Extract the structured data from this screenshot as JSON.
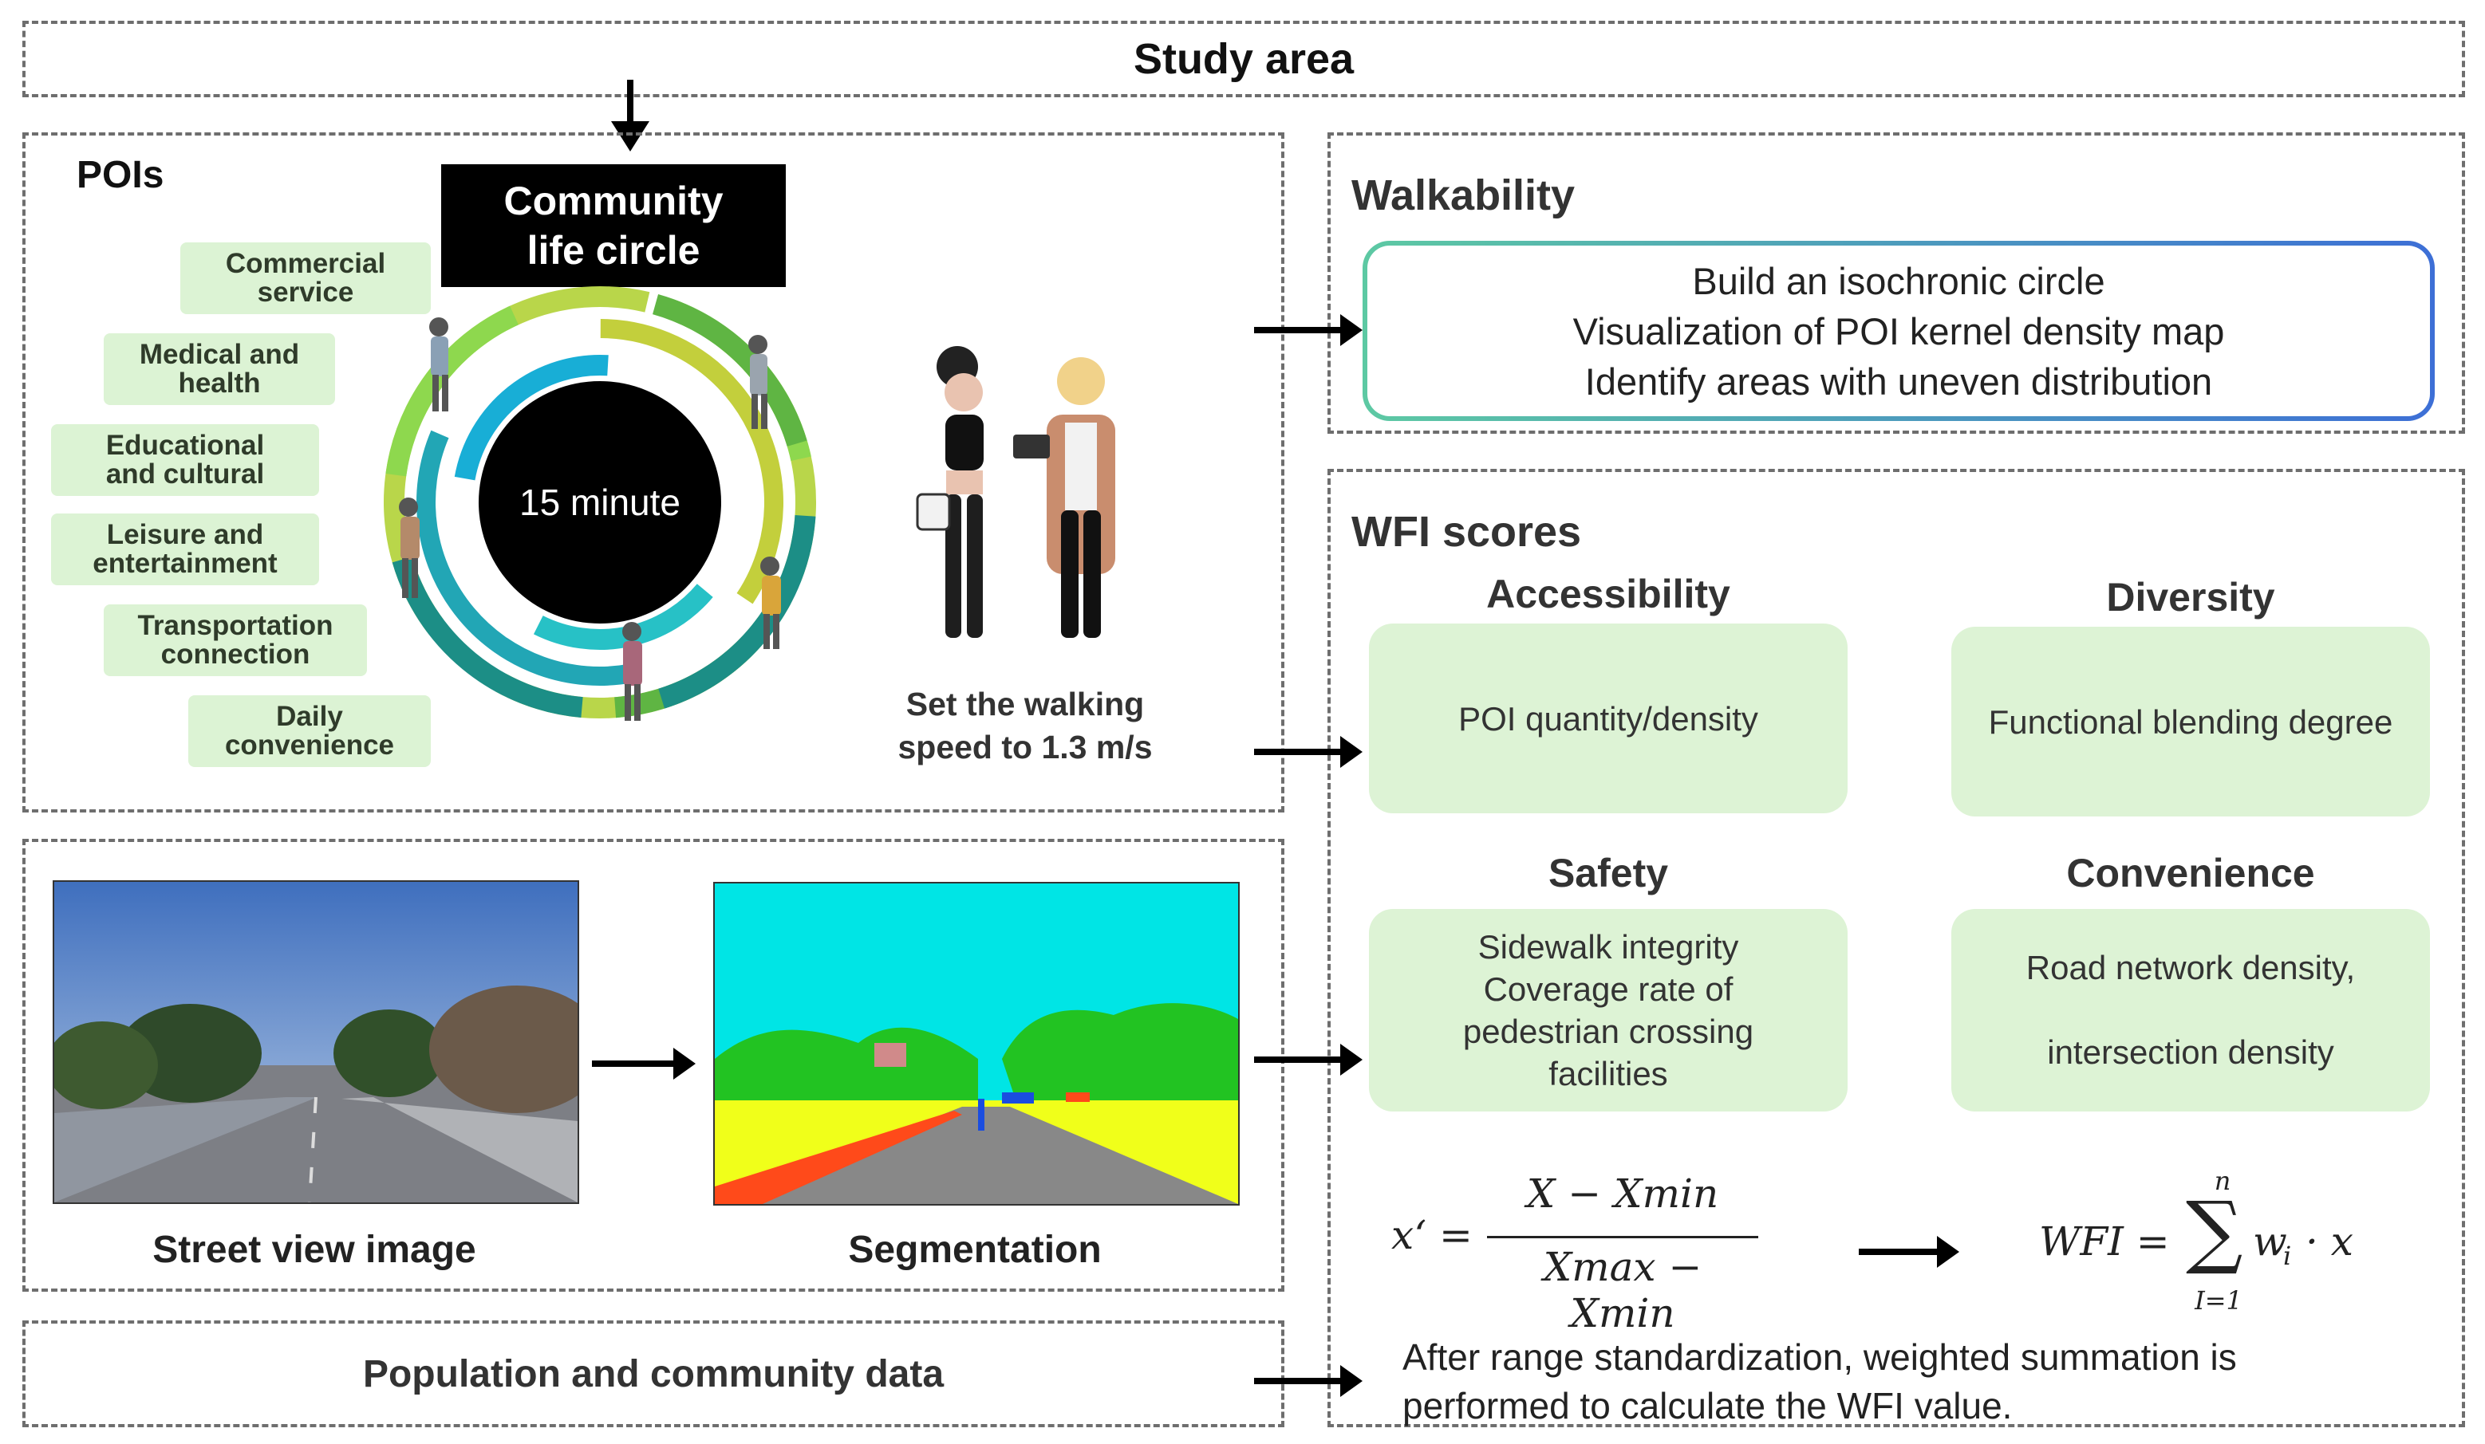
{
  "study_area": {
    "title": "Study area"
  },
  "pois": {
    "label": "POIs",
    "community_title": "Community life circle",
    "center_label": "15 minute",
    "categories": [
      "Commercial\nservice",
      "Medical and\nhealth",
      "Educational\nand cultural",
      "Leisure and\nentertainment",
      "Transportation\nconnection",
      "Daily\nconvenience"
    ],
    "walk_caption": "Set the walking speed to 1.3 m/s"
  },
  "street": {
    "image_caption": "Street view image",
    "segmentation_caption": "Segmentation"
  },
  "population": {
    "label": "Population and community data"
  },
  "walkability": {
    "title": "Walkability",
    "lines": [
      "Build an isochronic circle",
      "Visualization of POI kernel density map",
      "Identify areas with uneven distribution"
    ]
  },
  "wfi": {
    "title": "WFI scores",
    "accessibility": {
      "title": "Accessibility",
      "lines": [
        "POI quantity/density"
      ]
    },
    "diversity": {
      "title": "Diversity",
      "lines": [
        "Functional blending degree"
      ]
    },
    "safety": {
      "title": "Safety",
      "lines": [
        "Sidewalk integrity",
        "Coverage rate of",
        "pedestrian crossing",
        "facilities"
      ]
    },
    "convenience": {
      "title": "Convenience",
      "lines": [
        "Road network density,",
        "intersection density"
      ]
    },
    "formula_left": {
      "lhs": "x‘ =",
      "numerator": "X − Xmin",
      "denominator": "Xmax − Xmin"
    },
    "formula_right": {
      "lhs": "WFI =",
      "upper": "n",
      "lower": "I=1",
      "term": "w",
      "sub": "i",
      "rest": "· x"
    },
    "conclusion": "After range standardization, weighted summation is performed to calculate the WFI value."
  },
  "colors": {
    "category_fill": "#dcf3d4",
    "score_fill": "#ddf3d5",
    "walk_border_start": "#5dc9a3",
    "walk_border_end": "#3d6fd6",
    "sky": "#00e5e5",
    "vegetation": "#22c322",
    "sidewalk": "#f0ff1a",
    "road": "#888888",
    "curb": "#ff4a1a"
  }
}
